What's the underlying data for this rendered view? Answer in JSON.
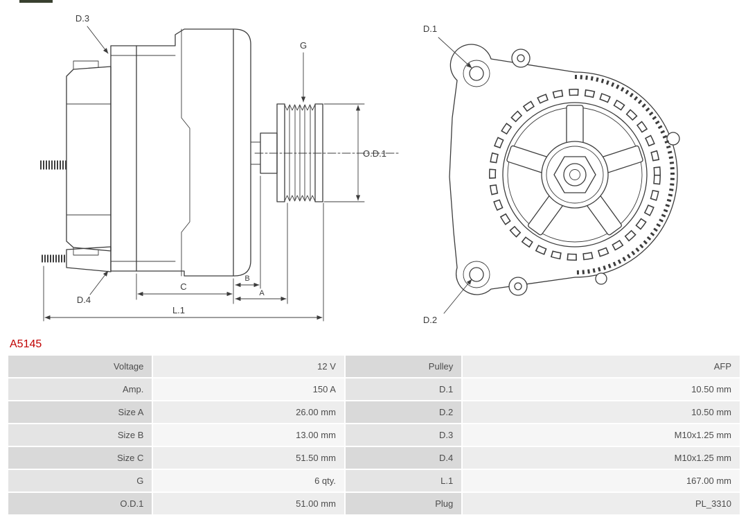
{
  "part_number": "A5145",
  "colors": {
    "accent_red": "#c00000",
    "drawing_line": "#3c3c3c",
    "table_label_bg_dark": "#d9d9d9",
    "table_label_bg_light": "#e4e4e4",
    "table_value_bg_dark": "#ededed",
    "table_value_bg_light": "#f6f6f6"
  },
  "drawings": {
    "side_view": {
      "labels": {
        "d3": "D.3",
        "d4": "D.4",
        "g": "G",
        "od1": "O.D.1",
        "a": "A",
        "b": "B",
        "c": "C",
        "l1": "L.1"
      }
    },
    "front_view": {
      "labels": {
        "d1": "D.1",
        "d2": "D.2"
      }
    }
  },
  "spec_table": {
    "rows": [
      {
        "cells": [
          {
            "label": "Voltage",
            "value": "12 V"
          },
          {
            "label": "Pulley",
            "value": "AFP"
          }
        ]
      },
      {
        "cells": [
          {
            "label": "Amp.",
            "value": "150 A"
          },
          {
            "label": "D.1",
            "value": "10.50 mm"
          }
        ]
      },
      {
        "cells": [
          {
            "label": "Size A",
            "value": "26.00 mm"
          },
          {
            "label": "D.2",
            "value": "10.50 mm"
          }
        ]
      },
      {
        "cells": [
          {
            "label": "Size B",
            "value": "13.00 mm"
          },
          {
            "label": "D.3",
            "value": "M10x1.25 mm"
          }
        ]
      },
      {
        "cells": [
          {
            "label": "Size C",
            "value": "51.50 mm"
          },
          {
            "label": "D.4",
            "value": "M10x1.25 mm"
          }
        ]
      },
      {
        "cells": [
          {
            "label": "G",
            "value": "6 qty."
          },
          {
            "label": "L.1",
            "value": "167.00 mm"
          }
        ]
      },
      {
        "cells": [
          {
            "label": "O.D.1",
            "value": "51.00 mm"
          },
          {
            "label": "Plug",
            "value": "PL_3310"
          }
        ]
      }
    ]
  }
}
